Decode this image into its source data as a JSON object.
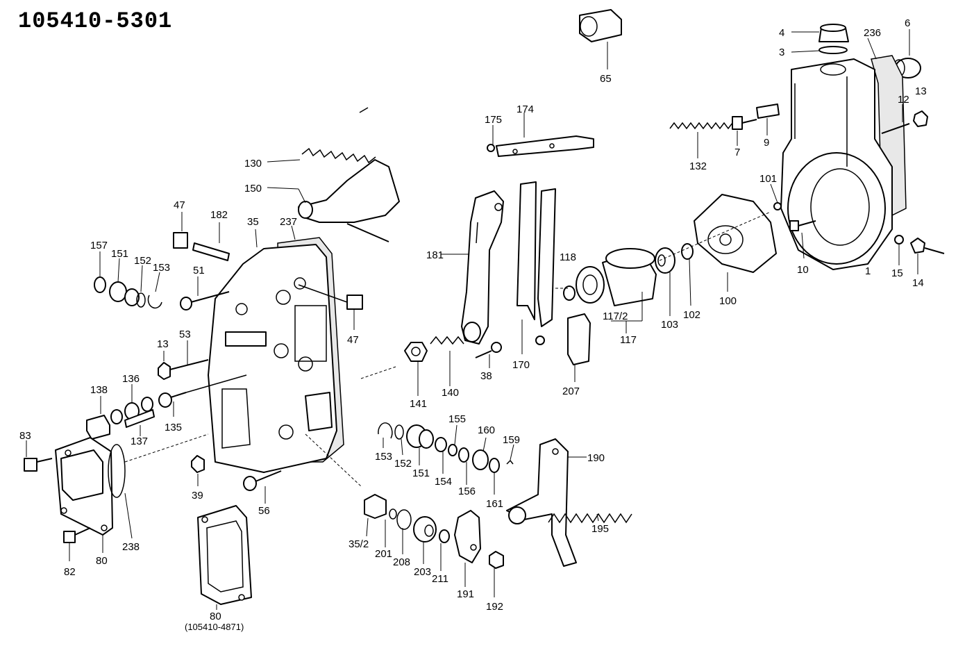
{
  "header": {
    "title": "105410-5301"
  },
  "footer": {
    "subtitle": "(105410-4871)"
  },
  "labels": [
    {
      "id": "65",
      "text": "65"
    },
    {
      "id": "4",
      "text": "4"
    },
    {
      "id": "3",
      "text": "3"
    },
    {
      "id": "236",
      "text": "236"
    },
    {
      "id": "6",
      "text": "6"
    },
    {
      "id": "175",
      "text": "175"
    },
    {
      "id": "174",
      "text": "174"
    },
    {
      "id": "130",
      "text": "130"
    },
    {
      "id": "150",
      "text": "150"
    },
    {
      "id": "132",
      "text": "132"
    },
    {
      "id": "7",
      "text": "7"
    },
    {
      "id": "9",
      "text": "9"
    },
    {
      "id": "12",
      "text": "12"
    },
    {
      "id": "13a",
      "text": "13"
    },
    {
      "id": "47a",
      "text": "47"
    },
    {
      "id": "182",
      "text": "182"
    },
    {
      "id": "35",
      "text": "35"
    },
    {
      "id": "237",
      "text": "237"
    },
    {
      "id": "181",
      "text": "181"
    },
    {
      "id": "101",
      "text": "101"
    },
    {
      "id": "157",
      "text": "157"
    },
    {
      "id": "151a",
      "text": "151"
    },
    {
      "id": "152a",
      "text": "152"
    },
    {
      "id": "153a",
      "text": "153"
    },
    {
      "id": "51",
      "text": "51"
    },
    {
      "id": "118",
      "text": "118"
    },
    {
      "id": "10",
      "text": "10"
    },
    {
      "id": "1",
      "text": "1"
    },
    {
      "id": "15",
      "text": "15"
    },
    {
      "id": "14",
      "text": "14"
    },
    {
      "id": "47b",
      "text": "47"
    },
    {
      "id": "100",
      "text": "100"
    },
    {
      "id": "102",
      "text": "102"
    },
    {
      "id": "103",
      "text": "103"
    },
    {
      "id": "117_2",
      "text": "117/2"
    },
    {
      "id": "117",
      "text": "117"
    },
    {
      "id": "13b",
      "text": "13"
    },
    {
      "id": "53",
      "text": "53"
    },
    {
      "id": "170",
      "text": "170"
    },
    {
      "id": "38",
      "text": "38"
    },
    {
      "id": "207",
      "text": "207"
    },
    {
      "id": "141",
      "text": "141"
    },
    {
      "id": "140",
      "text": "140"
    },
    {
      "id": "138",
      "text": "138"
    },
    {
      "id": "136",
      "text": "136"
    },
    {
      "id": "137",
      "text": "137"
    },
    {
      "id": "135",
      "text": "135"
    },
    {
      "id": "155",
      "text": "155"
    },
    {
      "id": "160",
      "text": "160"
    },
    {
      "id": "159",
      "text": "159"
    },
    {
      "id": "190",
      "text": "190"
    },
    {
      "id": "153b",
      "text": "153"
    },
    {
      "id": "152b",
      "text": "152"
    },
    {
      "id": "151b",
      "text": "151"
    },
    {
      "id": "154",
      "text": "154"
    },
    {
      "id": "156",
      "text": "156"
    },
    {
      "id": "161",
      "text": "161"
    },
    {
      "id": "83",
      "text": "83"
    },
    {
      "id": "39",
      "text": "39"
    },
    {
      "id": "56",
      "text": "56"
    },
    {
      "id": "195",
      "text": "195"
    },
    {
      "id": "35_2",
      "text": "35/2"
    },
    {
      "id": "201",
      "text": "201"
    },
    {
      "id": "208",
      "text": "208"
    },
    {
      "id": "203",
      "text": "203"
    },
    {
      "id": "211",
      "text": "211"
    },
    {
      "id": "238",
      "text": "238"
    },
    {
      "id": "82",
      "text": "82"
    },
    {
      "id": "80a",
      "text": "80"
    },
    {
      "id": "191",
      "text": "191"
    },
    {
      "id": "192",
      "text": "192"
    },
    {
      "id": "80b",
      "text": "80"
    }
  ]
}
